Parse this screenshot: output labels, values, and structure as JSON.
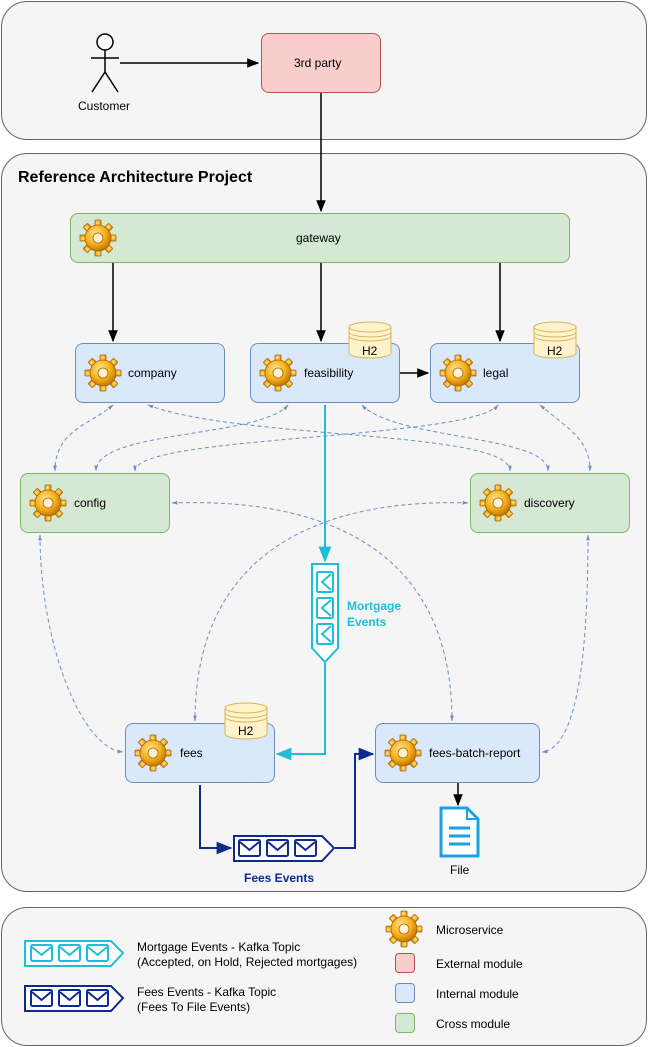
{
  "diagram": {
    "project_title": "Reference Architecture Project",
    "actor_label": "Customer",
    "nodes": {
      "third_party": "3rd party",
      "gateway": "gateway",
      "company": "company",
      "feasibility": "feasibility",
      "legal": "legal",
      "config": "config",
      "discovery": "discovery",
      "fees": "fees",
      "fees_batch_report": "fees-batch-report"
    },
    "db_label": "H2",
    "topics": {
      "mortgage": [
        "Mortgage",
        "Events"
      ],
      "fees": "Fees Events"
    },
    "file_label": "File"
  },
  "legend": {
    "mortgage_topic": [
      "Mortgage Events - Kafka Topic",
      "(Accepted, on Hold, Rejected mortgages)"
    ],
    "fees_topic": [
      "Fees Events - Kafka Topic",
      "(Fees To File Events)"
    ],
    "microservice": "Microservice",
    "external": "External module",
    "internal": "Internal module",
    "cross": "Cross module"
  },
  "colors": {
    "external_fill": "#f8cecc",
    "internal_fill": "#dae8fc",
    "cross_fill": "#d5e8d4",
    "mortgage_topic": "#1ebfd6",
    "fees_topic": "#0d2a8f",
    "dashed_link": "#6c8ebf"
  }
}
